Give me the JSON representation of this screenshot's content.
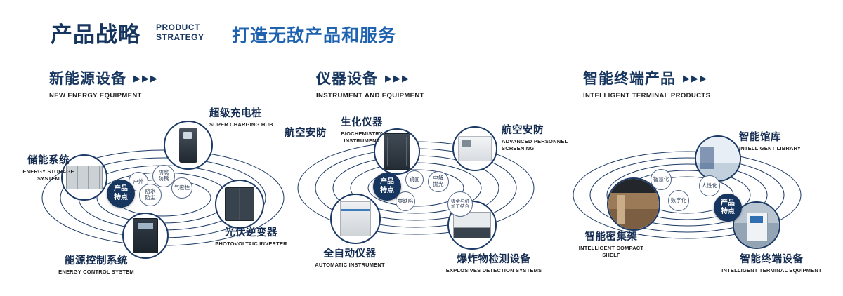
{
  "header": {
    "title": "产品战略",
    "subtitle_line1": "PRODUCT",
    "subtitle_line2": "STRATEGY",
    "tagline": "打造无敌产品和服务"
  },
  "colors": {
    "navy": "#17365f",
    "blue": "#1e62b0"
  },
  "sections": [
    {
      "title": "新能源设备",
      "arrows": "▶▶▶",
      "subtitle": "NEW ENERGY EQUIPMENT",
      "center_badge": "产品特点",
      "features": [
        {
          "label": "户外"
        },
        {
          "label": "防腐防锈"
        },
        {
          "label": "气密性"
        },
        {
          "label": "防水防尘"
        }
      ],
      "products": [
        {
          "cn": "储能系统",
          "en": "ENERGY STORAGE SYSTEM"
        },
        {
          "cn": "超级充电桩",
          "en": "SUPER CHARGING HUB"
        },
        {
          "cn": "光伏逆变器",
          "en": "PHOTOVOLTAIC INVERTER"
        },
        {
          "cn": "能源控制系统",
          "en": "ENERGY CONTROL SYSTEM"
        }
      ]
    },
    {
      "title": "仪器设备",
      "arrows": "▶▶▶",
      "subtitle": "INSTRUMENT AND EQUIPMENT",
      "center_badge": "产品特点",
      "extra_label": "航空安防",
      "features": [
        {
          "label": "镜面"
        },
        {
          "label": "电解抛光"
        },
        {
          "label": "零缺陷"
        },
        {
          "label": "钣金与机加工结合"
        }
      ],
      "products": [
        {
          "cn": "生化仪器",
          "en": "BIOCHEMISTRY INSTRUMENT"
        },
        {
          "cn": "航空安防",
          "en": "ADVANCED PERSONNEL SCREENING"
        },
        {
          "cn": "全自动仪器",
          "en": "AUTOMATIC INSTRUMENT"
        },
        {
          "cn": "爆炸物检测设备",
          "en": "EXPLOSIVES DETECTION SYSTEMS"
        }
      ]
    },
    {
      "title": "智能终端产品",
      "arrows": "▶▶▶",
      "subtitle": "INTELLIGENT TERMINAL PRODUCTS",
      "center_badge": "产品特点",
      "features": [
        {
          "label": "智慧化"
        },
        {
          "label": "人性化"
        },
        {
          "label": "数字化"
        }
      ],
      "products": [
        {
          "cn": "智能馆库",
          "en": "INTELLIGENT LIBRARY"
        },
        {
          "cn": "智能密集架",
          "en": "INTELLIGENT COMPACT SHELF"
        },
        {
          "cn": "智能终端设备",
          "en": "INTELLIGENT TERMINAL EQUIPMENT"
        }
      ]
    }
  ]
}
